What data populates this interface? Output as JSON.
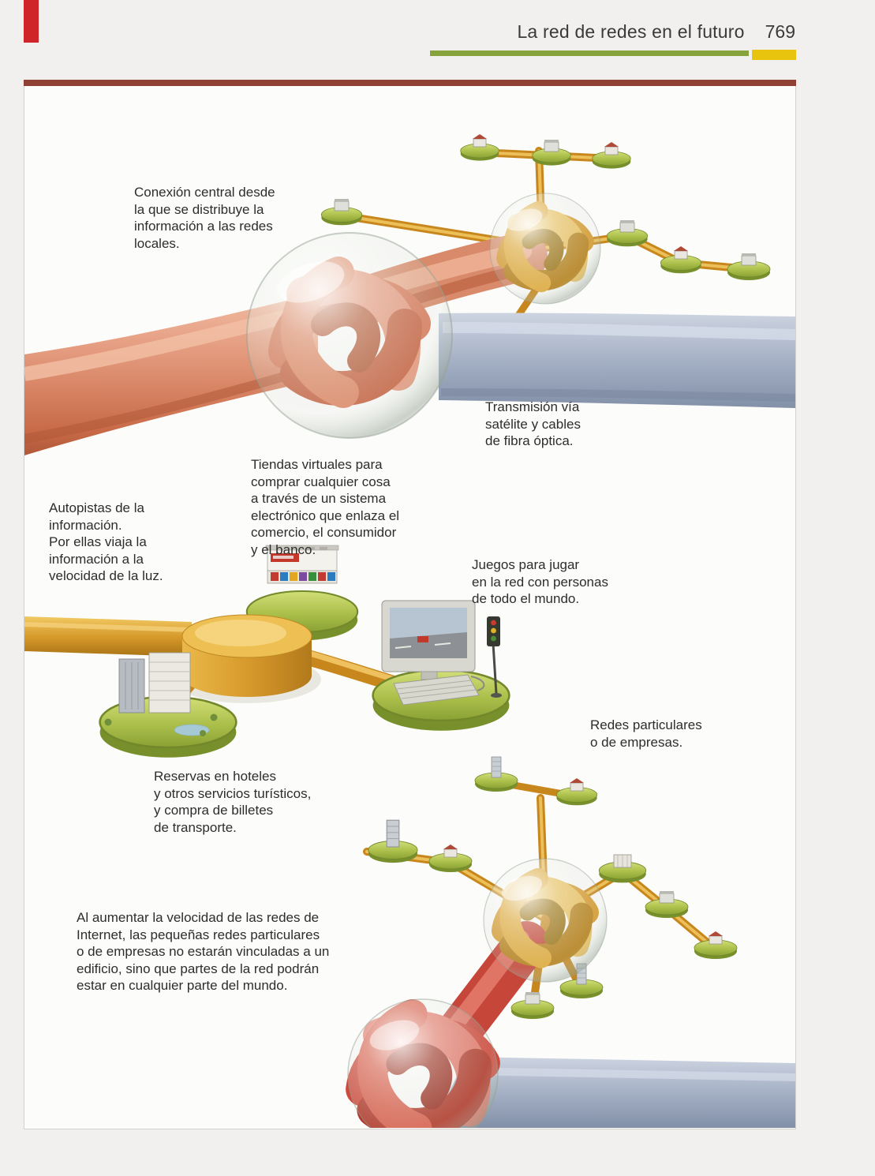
{
  "header": {
    "title": "La red de redes en el futuro",
    "page_number": "769"
  },
  "annotations": {
    "central_connection": "Conexión central desde\nla que se distribuye la\ninformación a las redes\nlocales.",
    "transmission": "Transmisión vía\nsatélite y cables\nde fibra óptica.",
    "highways": "Autopistas de la\ninformación.\nPor ellas viaja la\ninformación a la\nvelocidad de la luz.",
    "virtual_shops": "Tiendas virtuales para\ncomprar cualquier cosa\na través de un sistema\nelectrónico que enlaza el\ncomercio, el consumidor\ny el banco.",
    "games": "Juegos para jugar\nen la red con personas\nde todo el mundo.",
    "private_networks": "Redes particulares\no de empresas.",
    "reservations": "Reservas en hoteles\ny otros servicios turísticos,\ny compra de billetes\nde transporte.",
    "future_networks": "Al aumentar la velocidad de las redes de\nInternet, las pequeñas redes particulares\no de empresas no estarán vinculadas a un\nedificio, sino que partes de la red podrán\nestar en cualquier parte del mundo."
  },
  "colors": {
    "accent_green": "#87a33c",
    "accent_yellow": "#e9c40e",
    "rule_maroon": "#8e4134",
    "tab_red": "#cf2428",
    "tube_salmon": "#d98a6a",
    "tube_blue": "#a9b4c8",
    "tube_red": "#cf4a3c",
    "pipe_yellow": "#c8871c",
    "disc_green": "#abbf4a"
  }
}
